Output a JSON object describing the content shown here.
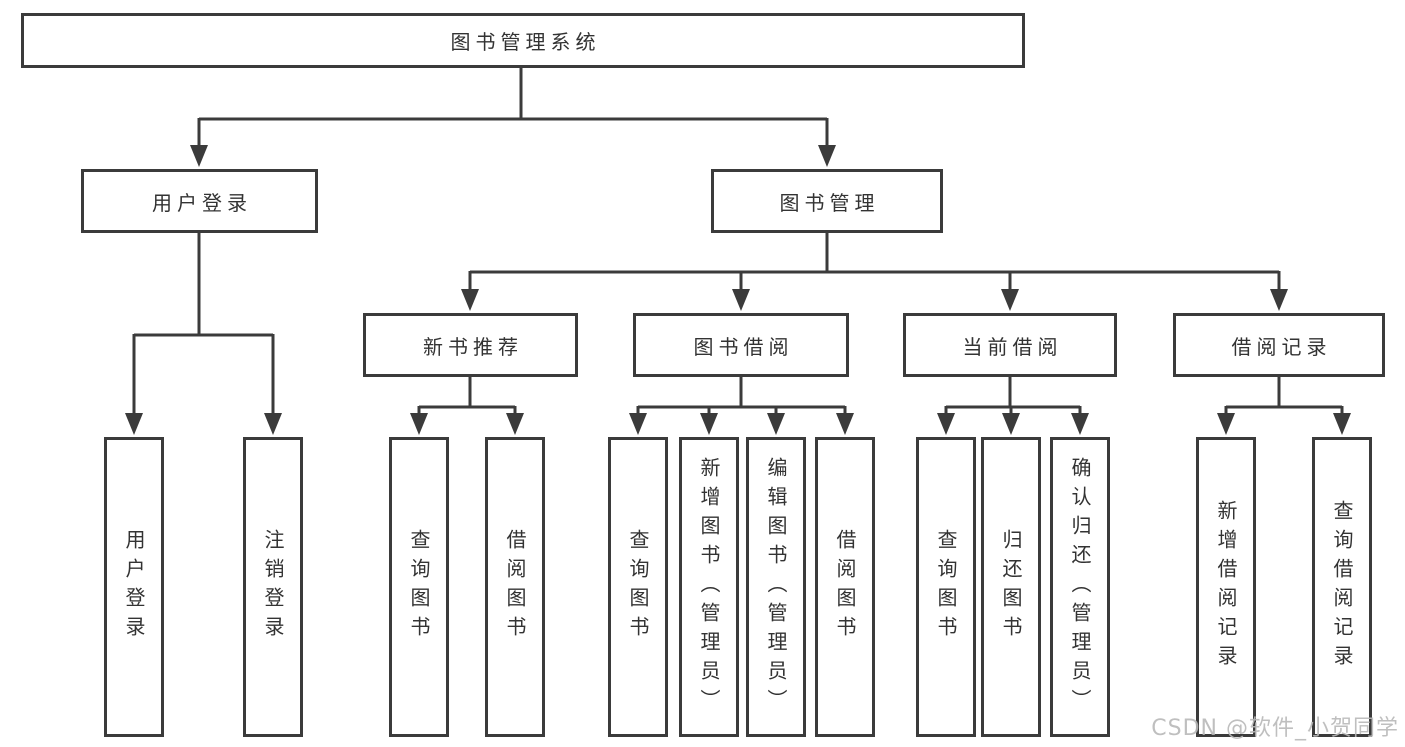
{
  "diagram": {
    "type": "hierarchy-tree",
    "nodes": {
      "root": "图书管理系统",
      "level2": [
        "用户登录",
        "图书管理"
      ],
      "level3": [
        "新书推荐",
        "图书借阅",
        "当前借阅",
        "借阅记录"
      ],
      "leaves_user_login": [
        "用户登录",
        "注销登录"
      ],
      "leaves_new_book_recommend": [
        "查询图书",
        "借阅图书"
      ],
      "leaves_book_borrowing": [
        "查询图书",
        "新增图书（管理员）",
        "编辑图书（管理员）",
        "借阅图书"
      ],
      "leaves_current_borrowing": [
        "查询图书",
        "归还图书",
        "确认归还（管理员）"
      ],
      "leaves_borrowing_records": [
        "新增借阅记录",
        "查询借阅记录"
      ]
    },
    "edges": [
      {
        "from": "图书管理系统",
        "to": "用户登录"
      },
      {
        "from": "图书管理系统",
        "to": "图书管理"
      },
      {
        "from": "用户登录",
        "to": "用户登录"
      },
      {
        "from": "用户登录",
        "to": "注销登录"
      },
      {
        "from": "图书管理",
        "to": "新书推荐"
      },
      {
        "from": "图书管理",
        "to": "图书借阅"
      },
      {
        "from": "图书管理",
        "to": "当前借阅"
      },
      {
        "from": "图书管理",
        "to": "借阅记录"
      },
      {
        "from": "新书推荐",
        "to": "查询图书"
      },
      {
        "from": "新书推荐",
        "to": "借阅图书"
      },
      {
        "from": "图书借阅",
        "to": "查询图书"
      },
      {
        "from": "图书借阅",
        "to": "新增图书（管理员）"
      },
      {
        "from": "图书借阅",
        "to": "编辑图书（管理员）"
      },
      {
        "from": "图书借阅",
        "to": "借阅图书"
      },
      {
        "from": "当前借阅",
        "to": "查询图书"
      },
      {
        "from": "当前借阅",
        "to": "归还图书"
      },
      {
        "from": "当前借阅",
        "to": "确认归还（管理员）"
      },
      {
        "from": "借阅记录",
        "to": "新增借阅记录"
      },
      {
        "from": "借阅记录",
        "to": "查询借阅记录"
      }
    ]
  },
  "watermark": {
    "text": "CSDN @软件_小贺同学",
    "color": "#b9b9b9"
  },
  "colors": {
    "line": "#3b3b3b",
    "text": "#333333",
    "box_background": "#ffffff",
    "page_background": "#ffffff"
  }
}
